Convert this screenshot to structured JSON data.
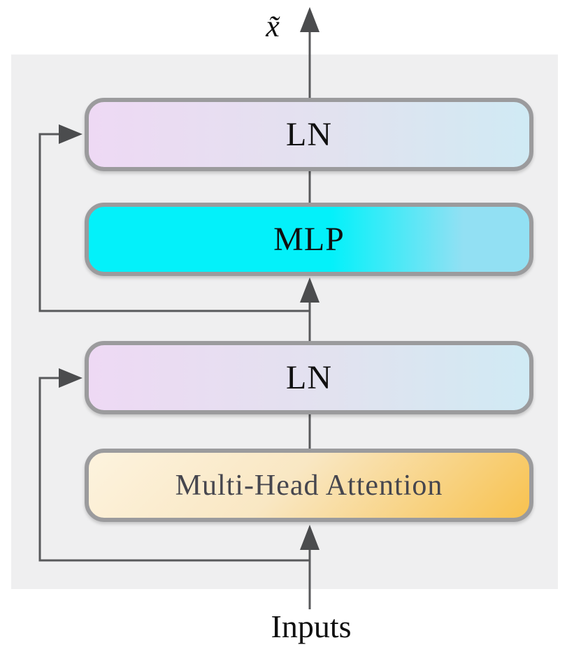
{
  "labels": {
    "output": "x̃",
    "inputs": "Inputs"
  },
  "blocks": {
    "ln_top": {
      "label": "LN"
    },
    "mlp": {
      "label": "MLP"
    },
    "ln_mid": {
      "label": "LN"
    },
    "attention": {
      "label": "Multi-Head Attention"
    }
  },
  "connections": {
    "output_arrow": "arrow-up from top LN to x-tilde output",
    "ln_top_from_mlp": "line from MLP up to top LN",
    "mlp_arrow": "arrow-up from middle LN into MLP",
    "ln_mid_from_attention": "line from Multi-Head Attention up to middle LN",
    "inputs_arrow": "arrow-up from Inputs into Multi-Head Attention",
    "residual_upper": "skip connection from below MLP into top LN",
    "residual_lower": "skip connection from Inputs into middle LN"
  },
  "colors": {
    "panel": "#efeff0",
    "block-border": "#9b9b9d",
    "connector": "#58595b",
    "connector-head": "#4b4c4e",
    "ln-start": "#eed9f4",
    "ln-mid": "#e2e2ef",
    "ln-end": "#d0eaf4",
    "mlp-start": "#03f1fa",
    "mlp-end": "#92e0f3",
    "attn-start": "#fdf3de",
    "attn-end": "#f8c24f",
    "attn-text": "#46464e",
    "text": "#101010"
  }
}
